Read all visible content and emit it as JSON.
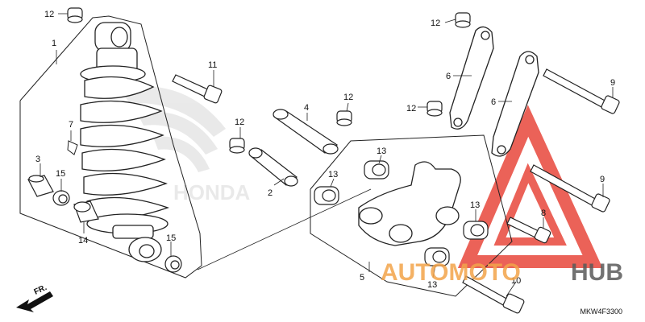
{
  "callouts": {
    "c1": "1",
    "c2": "2",
    "c3": "3",
    "c4": "4",
    "c5": "5",
    "c6a": "6",
    "c6b": "6",
    "c7": "7",
    "c8": "8",
    "c9a": "9",
    "c9b": "9",
    "c10": "10",
    "c11": "11",
    "c12a": "12",
    "c12b": "12",
    "c12c": "12",
    "c12d": "12",
    "c12e": "12",
    "c13a": "13",
    "c13b": "13",
    "c13c": "13",
    "c13d": "13",
    "c14": "14",
    "c15a": "15",
    "c15b": "15"
  },
  "direction_label": "FR.",
  "diagram_code": "MKW4F3300",
  "watermark": {
    "left": "AUTOMOTO",
    "right": "HUB",
    "color_primary": "#e8473c",
    "color_secondary": "#f3a44a",
    "color_dark": "#5a5a5a"
  },
  "background_brand": "HONDA"
}
